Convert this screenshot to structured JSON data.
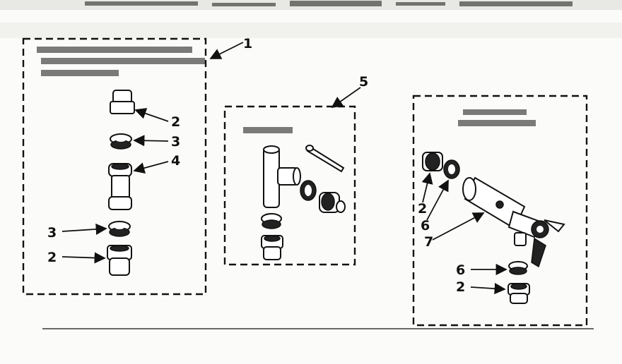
{
  "diagram": {
    "kits": [
      {
        "key": "kit-1",
        "callout": "1"
      },
      {
        "key": "kit-5",
        "callout": "5"
      },
      {
        "key": "kit-right",
        "callout": ""
      }
    ],
    "callouts": {
      "kit1": {
        "top2": "2",
        "top3": "3",
        "top4": "4",
        "bottom3": "3",
        "bottom2": "2"
      },
      "kit5": {
        "label": "5"
      },
      "kit3": {
        "left2": "2",
        "left6": "6",
        "seven": "7",
        "bottom6": "6",
        "bottom2": "2"
      }
    },
    "colors": {
      "ink": "#111111",
      "paper": "#fbfbf9"
    }
  }
}
